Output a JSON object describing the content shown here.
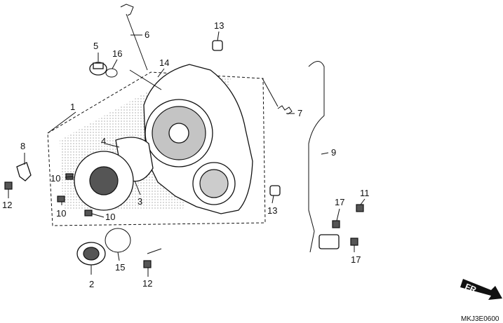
{
  "callouts": [
    {
      "id": "c1",
      "label": "1"
    },
    {
      "id": "c2",
      "label": "2"
    },
    {
      "id": "c3",
      "label": "3"
    },
    {
      "id": "c4",
      "label": "4"
    },
    {
      "id": "c5",
      "label": "5"
    },
    {
      "id": "c6",
      "label": "6"
    },
    {
      "id": "c7",
      "label": "7"
    },
    {
      "id": "c8",
      "label": "8"
    },
    {
      "id": "c9",
      "label": "9"
    },
    {
      "id": "c10a",
      "label": "10"
    },
    {
      "id": "c10b",
      "label": "10"
    },
    {
      "id": "c10c",
      "label": "10"
    },
    {
      "id": "c11",
      "label": "11"
    },
    {
      "id": "c12a",
      "label": "12"
    },
    {
      "id": "c12b",
      "label": "12"
    },
    {
      "id": "c13a",
      "label": "13"
    },
    {
      "id": "c13b",
      "label": "13"
    },
    {
      "id": "c14",
      "label": "14"
    },
    {
      "id": "c15",
      "label": "15"
    },
    {
      "id": "c16",
      "label": "16"
    },
    {
      "id": "c17a",
      "label": "17"
    },
    {
      "id": "c17b",
      "label": "17"
    }
  ],
  "direction_label": "FR.",
  "diagram_code": "MKJ3E0600"
}
